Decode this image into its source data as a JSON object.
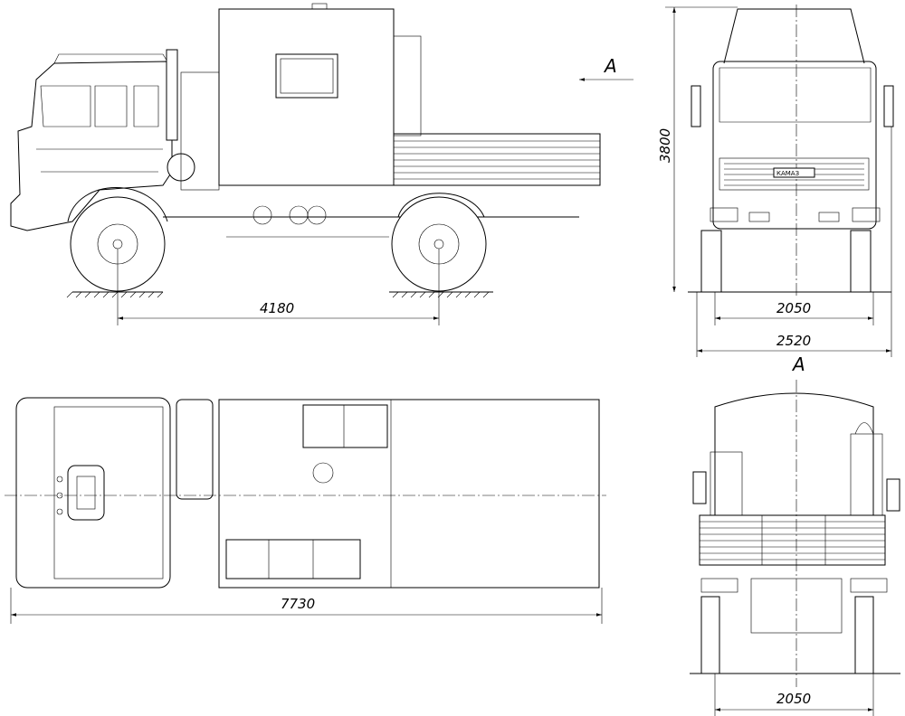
{
  "drawing": {
    "side_view": {
      "wheelbase_label": "4180",
      "section_marker": "A"
    },
    "front_view": {
      "height_label": "3800",
      "track_label": "2050",
      "overall_width_label": "2520",
      "brand_plate": "КАМАЗ"
    },
    "top_view": {
      "length_label": "7730"
    },
    "rear_view": {
      "section_label": "A",
      "track_label": "2050"
    }
  }
}
